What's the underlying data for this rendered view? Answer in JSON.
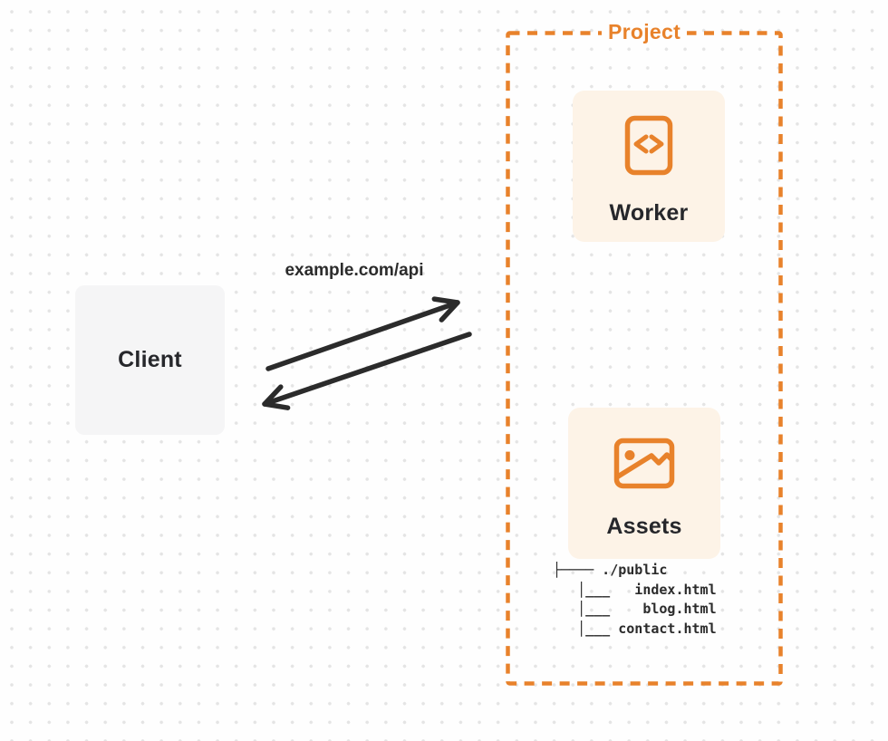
{
  "colors": {
    "orange": "#E8822B",
    "card-bg": "#FDF3E7",
    "client-bg": "#F5F5F6",
    "text-dark": "#26272B",
    "arrow": "#2B2B2B",
    "page-bg": "#FEFEFE",
    "dot": "#E4E4E4"
  },
  "client": {
    "label": "Client"
  },
  "request": {
    "label": "example.com/api"
  },
  "project": {
    "label": "Project",
    "worker": {
      "label": "Worker",
      "icon": "code-file-icon"
    },
    "assets": {
      "label": "Assets",
      "icon": "image-icon"
    },
    "file_tree": {
      "root": "./public",
      "files": [
        "index.html",
        "blog.html",
        "contact.html"
      ],
      "lines": [
        "├──── ./public",
        "   │___   index.html",
        "   │___    blog.html",
        "   │___ contact.html"
      ]
    }
  }
}
